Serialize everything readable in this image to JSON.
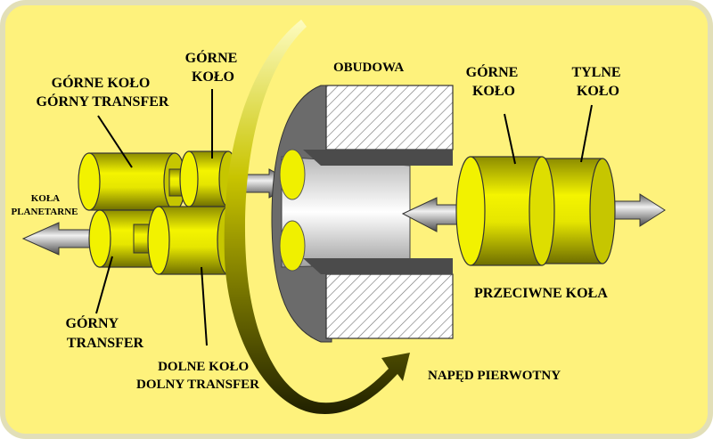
{
  "labels": {
    "upper_wheel_upper_transfer": [
      "GÓRNE KOŁO",
      "GÓRNY TRANSFER"
    ],
    "upper_wheel_left": [
      "GÓRNE",
      "KOŁO"
    ],
    "housing": "OBUDOWA",
    "upper_wheel_right": [
      "GÓRNE",
      "KOŁO"
    ],
    "rear_wheel": [
      "TYLNE",
      "KOŁO"
    ],
    "planetary_wheels": [
      "KOŁA",
      "PLANETARNE"
    ],
    "upper_transfer": [
      "GÓRNY",
      "TRANSFER"
    ],
    "lower_wheel_lower_transfer": [
      "DOLNE KOŁO",
      "DOLNY TRANSFER"
    ],
    "opposite_wheels": "PRZECIWNE KOŁA",
    "primary_drive": "NAPĘD PIERWOTNY"
  },
  "colors": {
    "background": "#fef27c",
    "border": "#e2dfb8",
    "wheel_yellow": "#f0f000",
    "wheel_dark": "#8a8a00",
    "housing_gray": "#6b6b6b",
    "shaft_gray": "#8f8f8f"
  }
}
